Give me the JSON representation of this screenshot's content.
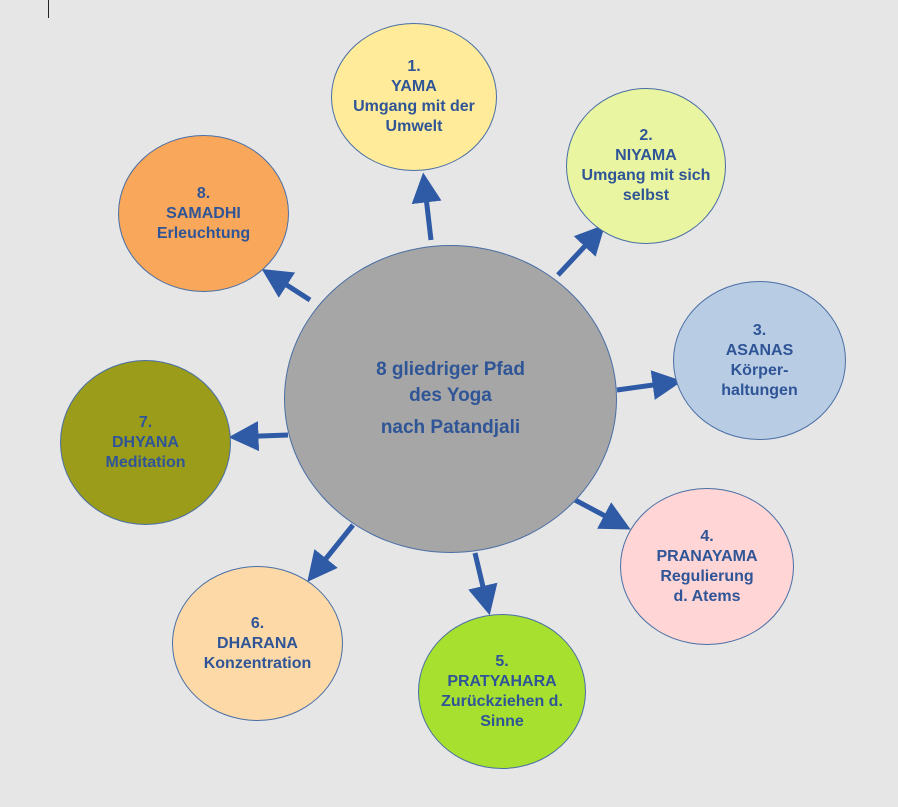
{
  "center": {
    "line1": "8 gliedriger Pfad",
    "line2": "des Yoga",
    "line3": "nach Patandjali"
  },
  "limbs": [
    {
      "num": "1.",
      "name": "YAMA",
      "desc1": "Umgang mit der",
      "desc2": "Umwelt",
      "color": "#ffeb99"
    },
    {
      "num": "2.",
      "name": "NIYAMA",
      "desc1": "Umgang mit sich",
      "desc2": "selbst",
      "color": "#e9f5a0"
    },
    {
      "num": "3.",
      "name": "ASANAS",
      "desc1": "Körper-",
      "desc2": "haltungen",
      "color": "#b8cce4"
    },
    {
      "num": "4.",
      "name": "PRANAYAMA",
      "desc1": "Regulierung",
      "desc2": "d. Atems",
      "color": "#ffd5d5"
    },
    {
      "num": "5.",
      "name": "PRATYAHARA",
      "desc1": "Zurückziehen d.",
      "desc2": "Sinne",
      "color": "#a7e02f"
    },
    {
      "num": "6.",
      "name": "DHARANA",
      "desc1": "Konzentration",
      "desc2": "",
      "color": "#fdd9a8"
    },
    {
      "num": "7.",
      "name": "DHYANA",
      "desc1": "Meditation",
      "desc2": "",
      "color": "#9a9c1a"
    },
    {
      "num": "8.",
      "name": "SAMADHI",
      "desc1": "Erleuchtung",
      "desc2": "",
      "color": "#f9a75a"
    }
  ],
  "colors": {
    "arrow": "#2e5aa6",
    "text": "#2f5597",
    "center_fill": "#a6a6a6",
    "background": "#e6e6e6"
  }
}
